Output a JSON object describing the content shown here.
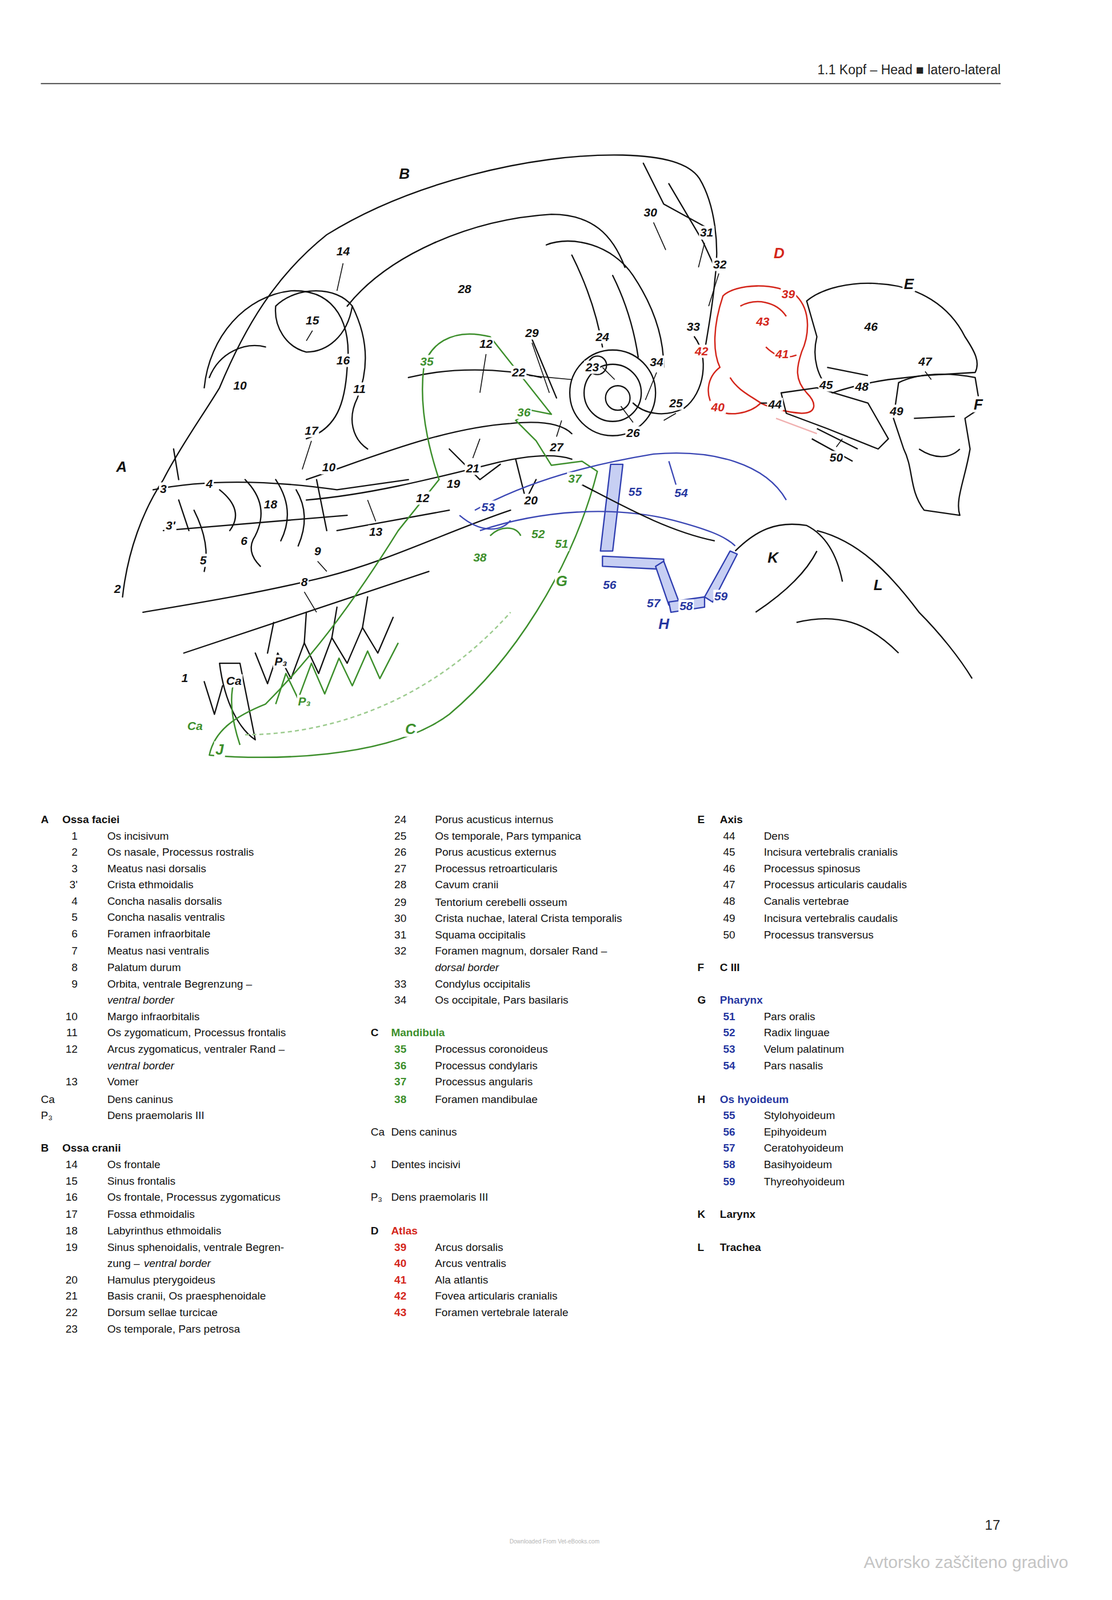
{
  "diagram": {
    "title": "1.1 Kopf – Head ■ latero-lateral",
    "labels": [
      "B",
      "30",
      "31",
      "32",
      "D",
      "E",
      "14",
      "28",
      "39",
      "43",
      "46",
      "15",
      "29",
      "24",
      "33",
      "42",
      "41",
      "16",
      "12",
      "35",
      "22",
      "23",
      "34",
      "47",
      "10",
      "11",
      "45",
      "48",
      "25",
      "40",
      "44",
      "49",
      "F",
      "36",
      "26",
      "50",
      "17",
      "27",
      "A",
      "10",
      "21",
      "37",
      "55",
      "54",
      "3",
      "4",
      "19",
      "18",
      "12",
      "20",
      "53",
      "3'",
      "13",
      "6",
      "52",
      "51",
      "K",
      "5",
      "9",
      "38",
      "L",
      "2",
      "G",
      "56",
      "8",
      "57",
      "58",
      "59",
      "H",
      "P₃",
      "1",
      "Ca",
      "P₃",
      "Ca",
      "C",
      "J",
      "A",
      "Ossa faciei",
      "1",
      "Os incisivum",
      "2",
      "Os nasale, Processus rostralis",
      "3",
      "Meatus nasi dorsalis",
      "3'",
      "Crista ethmoidalis",
      "4",
      "Concha nasalis dorsalis",
      "5",
      "Concha nasalis ventralis",
      "6",
      "Foramen infraorbitale",
      "7",
      "Meatus nasi ventralis",
      "8",
      "Palatum durum",
      "9",
      "Orbita, ventrale Begrenzung –",
      "ventral border",
      "10",
      "Margo infraorbitalis",
      "11",
      "Os zygomaticum, Processus frontalis",
      "12",
      "Arcus zygomaticus, ventraler Rand –",
      "ventral border",
      "13",
      "Vomer",
      "Ca",
      "Dens caninus",
      "P₃",
      "Dens praemolaris III",
      "B",
      "Ossa cranii",
      "14",
      "Os frontale",
      "15",
      "Sinus frontalis",
      "16",
      "Os frontale, Processus zygomaticus",
      "17",
      "Fossa ethmoidalis",
      "18",
      "Labyrinthus ethmoidalis",
      "19",
      "Sinus sphenoidalis, ventrale Begren-",
      "zung –",
      "ventral border",
      "20",
      "Hamulus pterygoideus",
      "21",
      "Basis cranii, Os praesphenoidale",
      "22",
      "Dorsum sellae turcicae",
      "23",
      "Os temporale, Pars petrosa",
      "24",
      "Porus acusticus internus",
      "25",
      "Os temporale, Pars tympanica",
      "26",
      "Porus acusticus externus",
      "27",
      "Processus retroarticularis",
      "28",
      "Cavum cranii",
      "29",
      "Tentorium cerebelli osseum",
      "30",
      "Crista nuchae, lateral Crista temporalis",
      "31",
      "Squama occipitalis",
      "32",
      "Foramen magnum, dorsaler Rand –",
      "dorsal border",
      "33",
      "Condylus occipitalis",
      "34",
      "Os occipitale, Pars basilaris",
      "C",
      "Mandibula",
      "35",
      "Processus coronoideus",
      "36",
      "Processus condylaris",
      "37",
      "Processus angularis",
      "38",
      "Foramen mandibulae",
      "Ca",
      "Dens caninus",
      "J",
      "Dentes incisivi",
      "P₃",
      "Dens praemolaris III",
      "D",
      "Atlas",
      "39",
      "Arcus dorsalis",
      "40",
      "Arcus ventralis",
      "41",
      "Ala atlantis",
      "42",
      "Fovea articularis cranialis",
      "43",
      "Foramen vertebrale laterale",
      "E",
      "Axis",
      "44",
      "Dens",
      "45",
      "Incisura vertebralis cranialis",
      "46",
      "Processus spinosus",
      "47",
      "Processus articularis caudalis",
      "48",
      "Canalis vertebrae",
      "49",
      "Incisura vertebralis caudalis",
      "50",
      "Processus transversus",
      "F",
      "C III",
      "G",
      "Pharynx",
      "51",
      "Pars oralis",
      "52",
      "Radix linguae",
      "53",
      "Velum palatinum",
      "54",
      "Pars nasalis",
      "H",
      "Os hyoideum",
      "55",
      "Stylohyoideum",
      "56",
      "Epihyoideum",
      "57",
      "Ceratohyoideum",
      "58",
      "Basihyoideum",
      "59",
      "Thyreohyoideum",
      "K",
      "Larynx",
      "L",
      "Trachea",
      "17",
      "Downloaded From Vet-eBooks.com",
      "Avtorsko zaščiteno gradivo"
    ]
  }
}
